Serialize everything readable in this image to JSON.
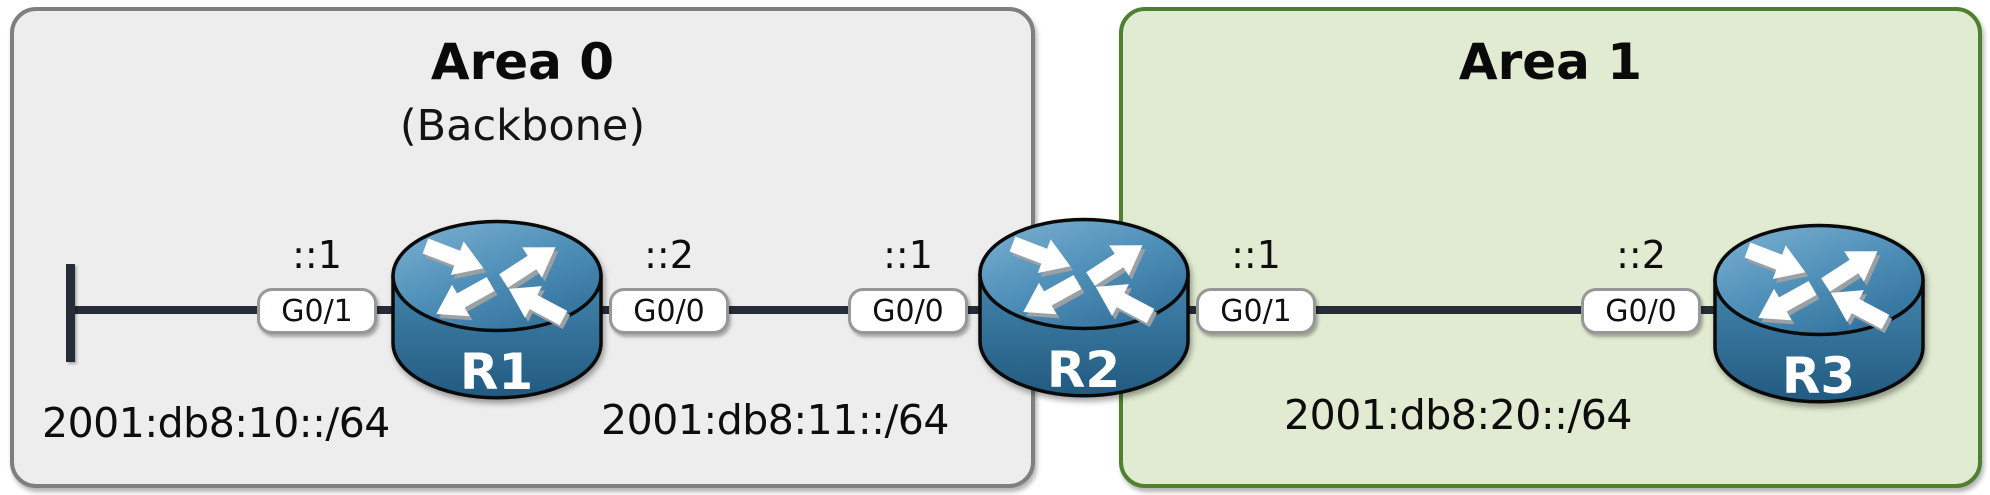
{
  "diagram_type": "ospf-network-topology",
  "areas": [
    {
      "title": "Area 0",
      "subtitle": "(Backbone)",
      "fill": "#ededed",
      "border": "#7f7f7f"
    },
    {
      "title": "Area 1",
      "subtitle": "",
      "fill": "#e0ebd1",
      "border": "#4e8030"
    }
  ],
  "routers": [
    {
      "name": "R1"
    },
    {
      "name": "R2"
    },
    {
      "name": "R3"
    }
  ],
  "interfaces": [
    {
      "router": "R1",
      "port": "G0/1",
      "suffix": "::1"
    },
    {
      "router": "R1",
      "port": "G0/0",
      "suffix": "::2"
    },
    {
      "router": "R2",
      "port": "G0/0",
      "suffix": "::1"
    },
    {
      "router": "R2",
      "port": "G0/1",
      "suffix": "::1"
    },
    {
      "router": "R3",
      "port": "G0/0",
      "suffix": "::2"
    }
  ],
  "networks": [
    {
      "prefix": "2001:db8:10::/64",
      "location": "Area 0 LAN stub on R1 G0/1"
    },
    {
      "prefix": "2001:db8:11::/64",
      "location": "Area 0 link R1 G0/0 - R2 G0/0"
    },
    {
      "prefix": "2001:db8:20::/64",
      "location": "Area 1 link R2 G0/1 - R3 G0/0"
    }
  ],
  "colors": {
    "background": "#ffffff",
    "area0_fill": "#ededed",
    "area0_border": "#7f7f7f",
    "area1_fill": "#e0ebd1",
    "area1_border": "#4e8030",
    "link_line": "#262d39",
    "router_top_blue": "#7eb2d3",
    "router_body_blue": "#3b7ca6",
    "interface_pill_border": "#979797",
    "text": "#0d0d0d"
  }
}
